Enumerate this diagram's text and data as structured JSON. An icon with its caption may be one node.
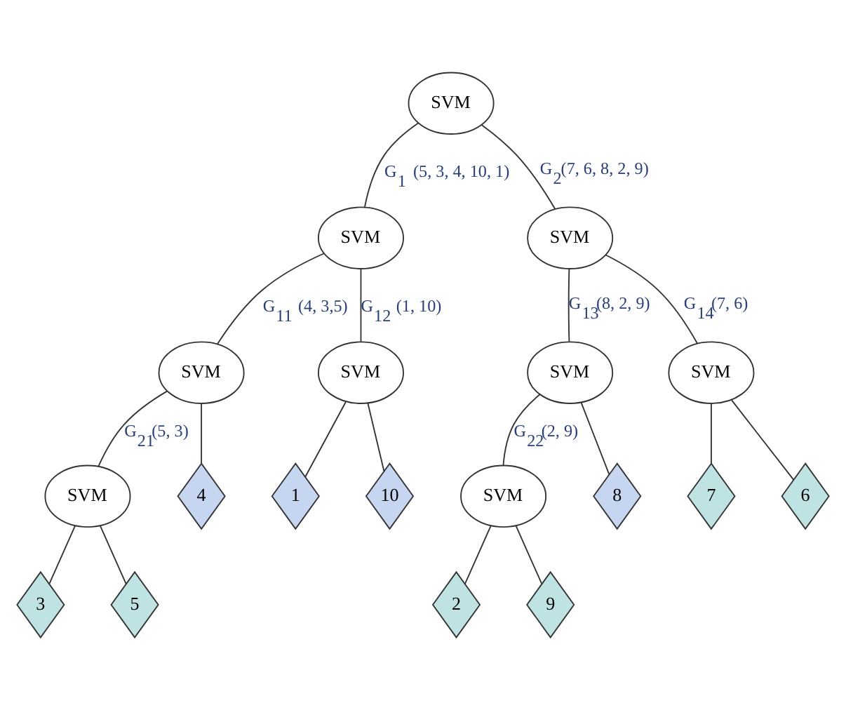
{
  "diagram": {
    "nodes": [
      {
        "text": [
          "SVM"
        ]
      },
      {
        "text": [
          "SVM"
        ]
      },
      {
        "text": [
          "SVM"
        ]
      },
      {
        "text": [
          "SVM"
        ]
      },
      {
        "text": [
          "SVM"
        ]
      },
      {
        "text": [
          "SVM"
        ]
      },
      {
        "text": [
          "SVM"
        ]
      },
      {
        "text": [
          "SVM"
        ]
      },
      {
        "text": [
          "4"
        ]
      },
      {
        "text": [
          "1"
        ]
      },
      {
        "text": [
          "10"
        ]
      },
      {
        "text": [
          "SVM"
        ]
      },
      {
        "text": [
          "8"
        ]
      },
      {
        "text": [
          "7"
        ]
      },
      {
        "text": [
          "6"
        ]
      },
      {
        "text": [
          "3"
        ]
      },
      {
        "text": [
          "5"
        ]
      },
      {
        "text": [
          "2"
        ]
      },
      {
        "text": [
          "9"
        ]
      }
    ],
    "edges": [
      {
        "from": 0,
        "to": 1,
        "arrow": "none",
        "label": "G$_{1}$ (5, 3, 4, 10, 1)"
      },
      {
        "from": 0,
        "to": 2,
        "arrow": "none",
        "label": "G$_{2}$(7, 6, 8, 2, 9)"
      },
      {
        "from": 1,
        "to": 3,
        "arrow": "none",
        "label": "G$_{11}$ (4, 3,5)"
      },
      {
        "from": 1,
        "to": 4,
        "arrow": "none",
        "label": "G$_{12}$ (1, 10)"
      },
      {
        "from": 2,
        "to": 5,
        "arrow": "none",
        "label": "G$_{13}$(8, 2, 9)"
      },
      {
        "from": 2,
        "to": 6,
        "arrow": "none",
        "label": "G$_{14}$(7, 6)"
      },
      {
        "from": 3,
        "to": 7,
        "arrow": "none",
        "label": "G$_{21}$(5, 3)"
      },
      {
        "from": 3,
        "to": 8,
        "arrow": "none"
      },
      {
        "from": 4,
        "to": 9,
        "arrow": "none"
      },
      {
        "from": 4,
        "to": 10,
        "arrow": "none"
      },
      {
        "from": 5,
        "to": 11,
        "arrow": "none",
        "label": "G$_{22}$(2, 9)"
      },
      {
        "from": 5,
        "to": 12,
        "arrow": "none"
      },
      {
        "from": 6,
        "to": 13,
        "arrow": "none"
      },
      {
        "from": 6,
        "to": 14,
        "arrow": "none"
      },
      {
        "from": 7,
        "to": 15,
        "arrow": "none"
      },
      {
        "from": 7,
        "to": 16,
        "arrow": "none"
      },
      {
        "from": 11,
        "to": 17,
        "arrow": "none"
      },
      {
        "from": 11,
        "to": 18,
        "arrow": "none"
      }
    ]
  }
}
